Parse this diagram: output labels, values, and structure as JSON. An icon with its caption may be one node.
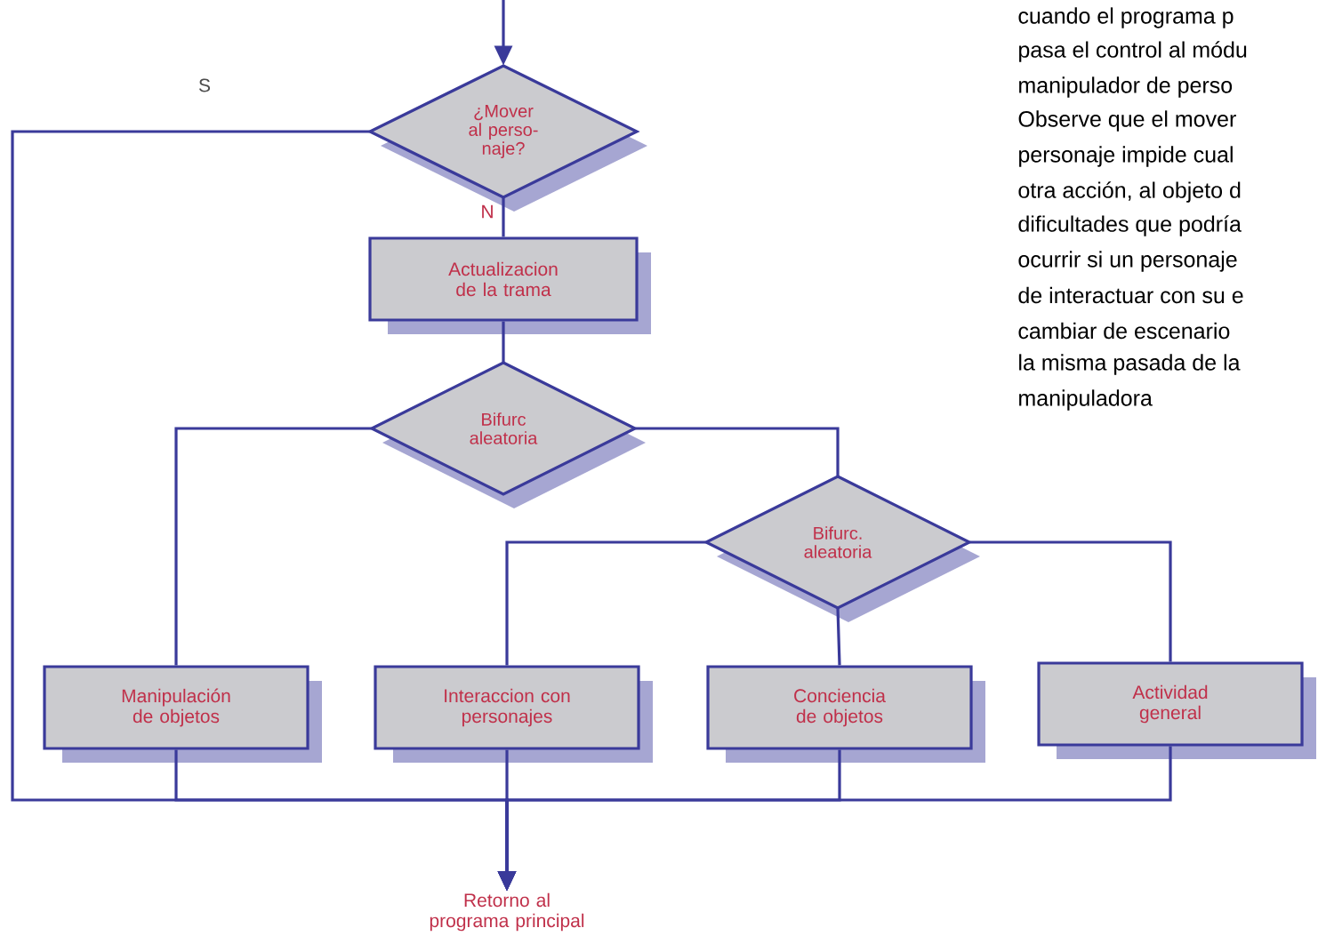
{
  "diagram": {
    "nodes": [
      {
        "text": [
          "¿Mover al perso- naje?"
        ]
      },
      {
        "text": [
          "Actualizacion de la trama"
        ]
      },
      {
        "text": [
          "Bifurc aleatoria"
        ]
      },
      {
        "text": [
          "Bifurc. aleatoria"
        ]
      },
      {
        "text": [
          "Manipulación de objetos"
        ]
      },
      {
        "text": [
          "Interaccion con personajes"
        ]
      },
      {
        "text": [
          "Conciencia de objetos"
        ]
      },
      {
        "text": [
          "Actividad general"
        ]
      },
      {
        "text": [
          "Retorno al programa principal"
        ]
      }
    ],
    "edges": [
      {
        "from": null,
        "to": 0,
        "arrow": "to"
      },
      {
        "from": 0,
        "to": 1,
        "arrow": "none",
        "label": "N"
      },
      {
        "from": 0,
        "to": 8,
        "arrow": "to",
        "label": "S"
      },
      {
        "from": 1,
        "to": 2,
        "arrow": "none"
      },
      {
        "from": 2,
        "to": 4,
        "arrow": "none"
      },
      {
        "from": 2,
        "to": 3,
        "arrow": "none"
      },
      {
        "from": 3,
        "to": 5,
        "arrow": "none"
      },
      {
        "from": 3,
        "to": 6,
        "arrow": "none"
      },
      {
        "from": 3,
        "to": 7,
        "arrow": "none"
      },
      {
        "from": 4,
        "to": 8,
        "arrow": "to"
      },
      {
        "from": 5,
        "to": 8,
        "arrow": "to"
      },
      {
        "from": 6,
        "to": 8,
        "arrow": "to"
      },
      {
        "from": 7,
        "to": 8,
        "arrow": "to"
      }
    ],
    "labels": [
      "cuando el programa p",
      "pasa el control al módu",
      "manipulador de perso",
      "Observe que el mover",
      "personaje impide cual",
      "otra acción, al objeto d",
      "dificultades que podría",
      "ocurrir si un personaje",
      "de interactuar con su e",
      "cambiar de escenario",
      "la misma pasada de la",
      "manipuladora"
    ]
  }
}
